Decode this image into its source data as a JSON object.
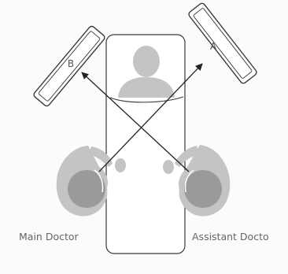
{
  "colors": {
    "background": "#fbfbfb",
    "outline": "#3a3a3a",
    "figure": "#c4c4c4",
    "figure_dark": "#9a9a9a",
    "arrow": "#222222",
    "label": "#666666"
  },
  "monitor_right": {
    "label": "A"
  },
  "monitor_left": {
    "label": "B"
  },
  "labels": {
    "main_doctor": "Main Doctor",
    "assistant_doctor": "Assistant Docto"
  }
}
